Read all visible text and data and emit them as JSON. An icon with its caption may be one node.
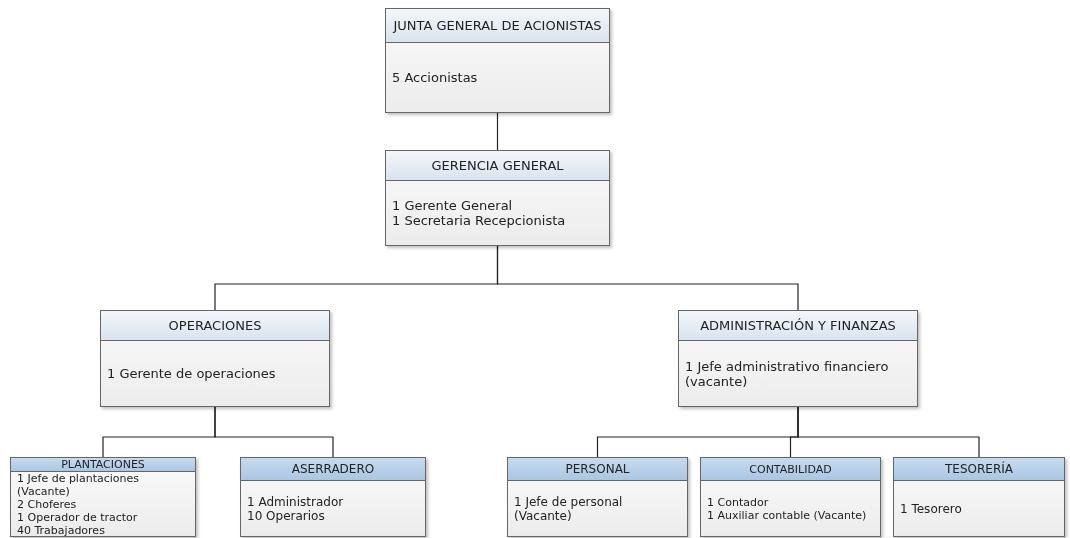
{
  "diagram": {
    "nodes": [
      {
        "text": [
          "JUNTA GENERAL DE ACIONISTAS",
          "5 Accionistas"
        ]
      },
      {
        "text": [
          "GERENCIA GENERAL",
          "1 Gerente General",
          "1 Secretaria Recepcionista"
        ]
      },
      {
        "text": [
          "OPERACIONES",
          "1 Gerente de operaciones"
        ]
      },
      {
        "text": [
          "ADMINISTRACIÓN Y FINANZAS",
          "1 Jefe administrativo financiero (vacante)"
        ]
      },
      {
        "text": [
          "PLANTACIONES",
          "1 Jefe de plantaciones (Vacante)",
          "2 Choferes",
          "1 Operador de tractor",
          "40 Trabajadores"
        ]
      },
      {
        "text": [
          "ASERRADERO",
          "1 Administrador",
          "10 Operarios"
        ]
      },
      {
        "text": [
          "PERSONAL",
          "1 Jefe de personal (Vacante)"
        ]
      },
      {
        "text": [
          "CONTABILIDAD",
          "1 Contador",
          "1 Auxiliar contable (Vacante)"
        ]
      },
      {
        "text": [
          "TESORERÍA",
          "1 Tesorero"
        ]
      }
    ],
    "edges": [
      {
        "from": 0,
        "to": 1,
        "arrow": "none"
      },
      {
        "from": 1,
        "to": 2,
        "arrow": "none"
      },
      {
        "from": 1,
        "to": 3,
        "arrow": "none"
      },
      {
        "from": 2,
        "to": 4,
        "arrow": "none"
      },
      {
        "from": 2,
        "to": 5,
        "arrow": "none"
      },
      {
        "from": 3,
        "to": 6,
        "arrow": "none"
      },
      {
        "from": 3,
        "to": 7,
        "arrow": "none"
      },
      {
        "from": 3,
        "to": 8,
        "arrow": "none"
      }
    ]
  }
}
